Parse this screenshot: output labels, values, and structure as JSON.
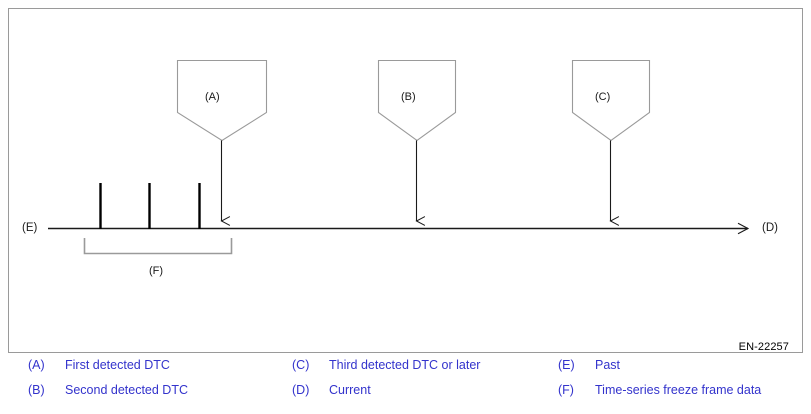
{
  "figure": {
    "code_label": "EN-22257",
    "axis": {
      "start_label": "(E)",
      "end_label": "(D)"
    },
    "events": [
      {
        "key": "(A)",
        "name": "first-detected-dtc"
      },
      {
        "key": "(B)",
        "name": "second-detected-dtc"
      },
      {
        "key": "(C)",
        "name": "third-detected-dtc-or-later"
      }
    ],
    "bracket": {
      "key": "(F)"
    },
    "freeze_frame_marks": 3
  },
  "legend": {
    "columns": [
      {
        "rows": [
          {
            "key": "(A)",
            "text": "First detected DTC"
          },
          {
            "key": "(B)",
            "text": "Second detected DTC"
          }
        ]
      },
      {
        "rows": [
          {
            "key": "(C)",
            "text": "Third detected DTC or later"
          },
          {
            "key": "(D)",
            "text": "Current"
          }
        ]
      },
      {
        "rows": [
          {
            "key": "(E)",
            "text": "Past"
          },
          {
            "key": "(F)",
            "text": "Time-series freeze frame data"
          }
        ]
      }
    ]
  },
  "colors": {
    "frame_border": "#9a9a9a",
    "legend_text": "#3333cc",
    "line": "#1a1a1a",
    "bracket": "#9a9a9a",
    "tick": "#000000"
  }
}
